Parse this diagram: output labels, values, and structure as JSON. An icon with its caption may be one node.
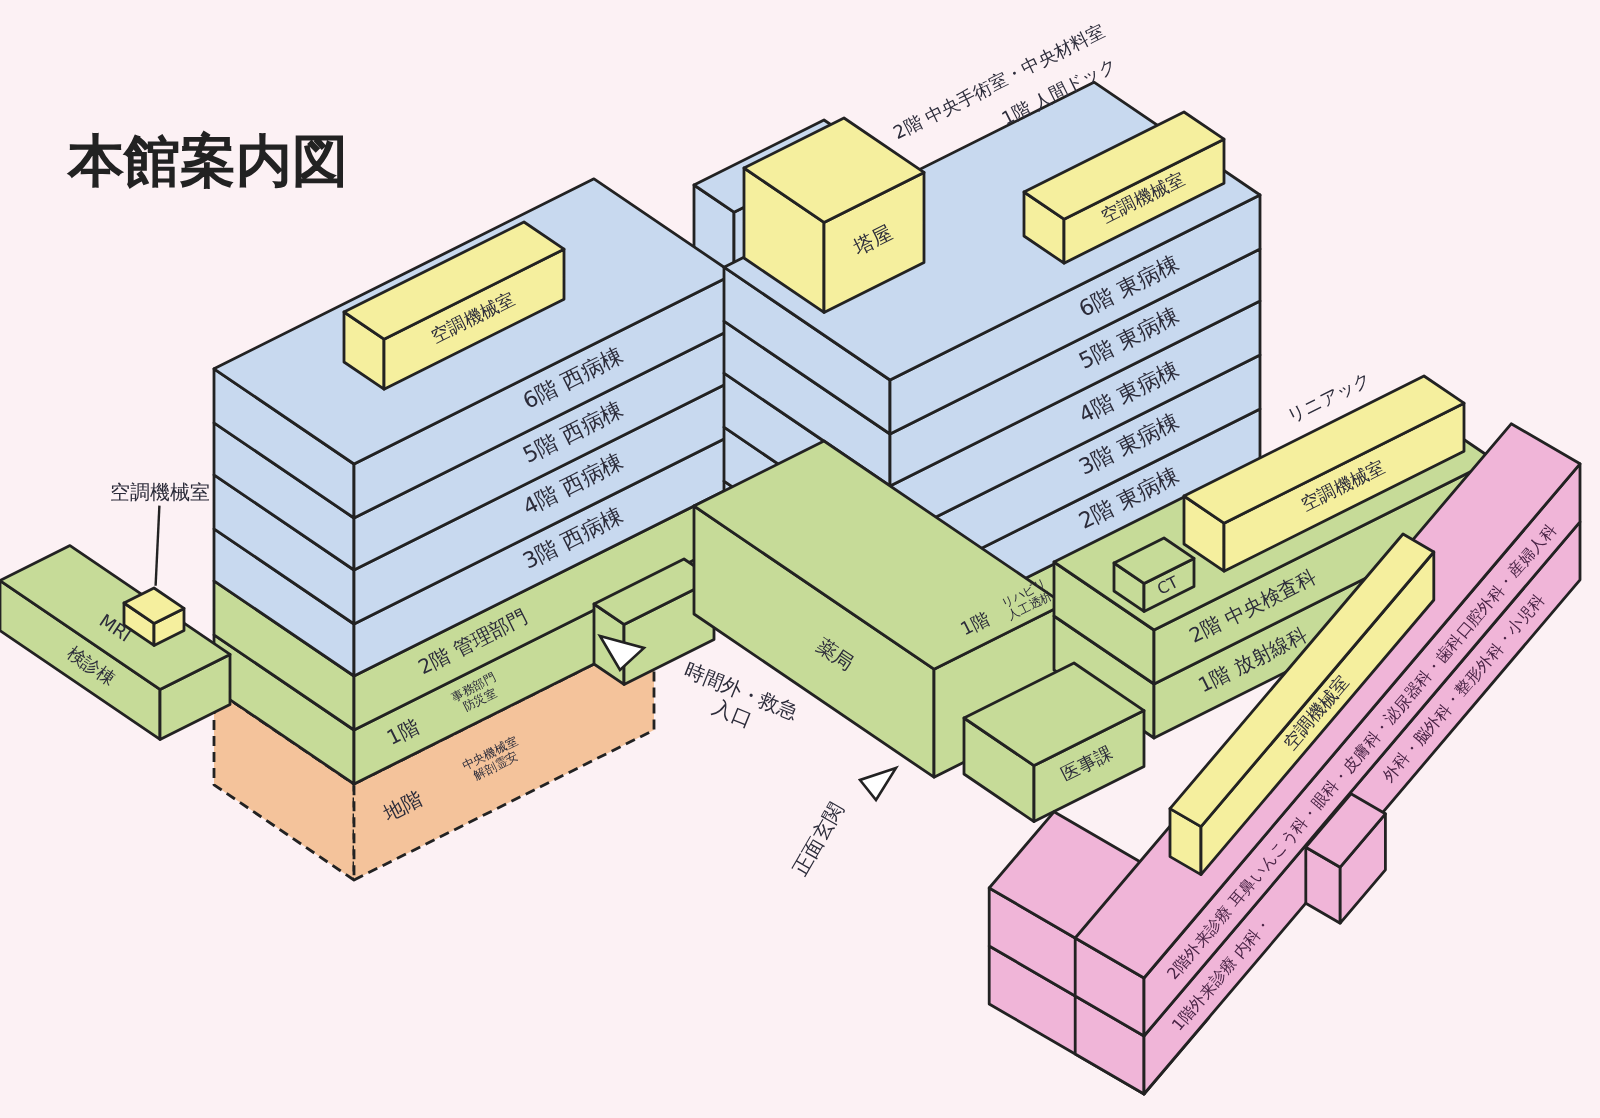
{
  "diagram": {
    "title": "本館案内図",
    "nodes": [
      {
        "text": [
          "空調機械室"
        ]
      },
      {
        "text": [],
        "shape": "box"
      },
      {
        "text": [
          "空調機械室"
        ]
      },
      {
        "text": [
          "塔屋"
        ]
      },
      {
        "text": [
          "空調機械室"
        ]
      },
      {
        "text": [
          "空調機械室"
        ]
      },
      {
        "text": [
          "空調機械室"
        ]
      }
    ],
    "edges": [
      {
        "from": 0,
        "to": 1,
        "arrow": "none"
      }
    ],
    "labels": [
      "2階 中央手術室・中央材料室",
      "1階 人間ドック",
      "6階 西病棟",
      "5階 西病棟",
      "4階 西病棟",
      "3階 西病棟",
      "2階 管理部門",
      "1階",
      "事務部門防災室",
      "地階",
      "中央機械室解剖霊安",
      "6階 東病棟",
      "5階 東病棟",
      "4階 東病棟",
      "3階 東病棟",
      "2階 東病棟",
      "1階",
      "リハビリ人工透析",
      "CT",
      "リニアック",
      "2階 中央検査科",
      "1階 放射線科",
      "時間外・救急入口",
      "薬局",
      "正面玄関",
      "医事課",
      "MRI",
      "検診棟",
      "2階外来診療 耳鼻いんこう科・眼科・皮膚科・泌尿器科・歯科口腔外科・産婦人科",
      "1階外来診療 内科・",
      "外科・脳外科・整形外科・小児科"
    ]
  }
}
